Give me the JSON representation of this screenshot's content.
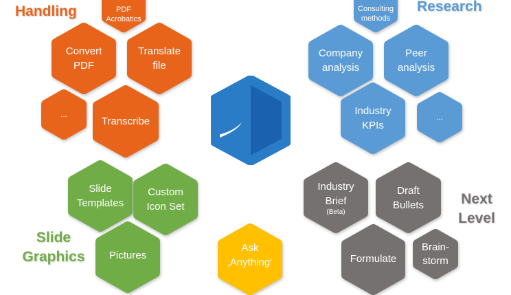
{
  "groups": {
    "handling": {
      "title": "Handling",
      "color": "#e8641b",
      "items": [
        "PDF\nAcrobatics",
        "Convert\nPDF",
        "Translate\nfile",
        "...",
        "Transcribe"
      ]
    },
    "research": {
      "title": "Research",
      "color": "#5b9bd5",
      "items": [
        "Consulting\nmethods",
        "Company\nanalysis",
        "Peer\nanalysis",
        "Industry\nKPIs",
        "..."
      ]
    },
    "slide_graphics": {
      "title_line1": "Slide",
      "title_line2": "Graphics",
      "color": "#70ad47",
      "items": [
        "Slide\nTemplates",
        "Custom\nIcon Set",
        "Pictures"
      ]
    },
    "next_level": {
      "title_line1": "Next",
      "title_line2": "Level",
      "color": "#767171",
      "items": [
        "Industry\nBrief",
        "Draft\nBullets",
        "Formulate",
        "Brain-\nstorm"
      ],
      "beta_note": "(Beta)"
    },
    "ask": {
      "label": "Ask\n‚Anything‘",
      "color": "#ffc000"
    }
  },
  "logo": {
    "icon": "app-logo-icon",
    "colors": [
      "#2a7cc7",
      "#1a62b0"
    ]
  }
}
